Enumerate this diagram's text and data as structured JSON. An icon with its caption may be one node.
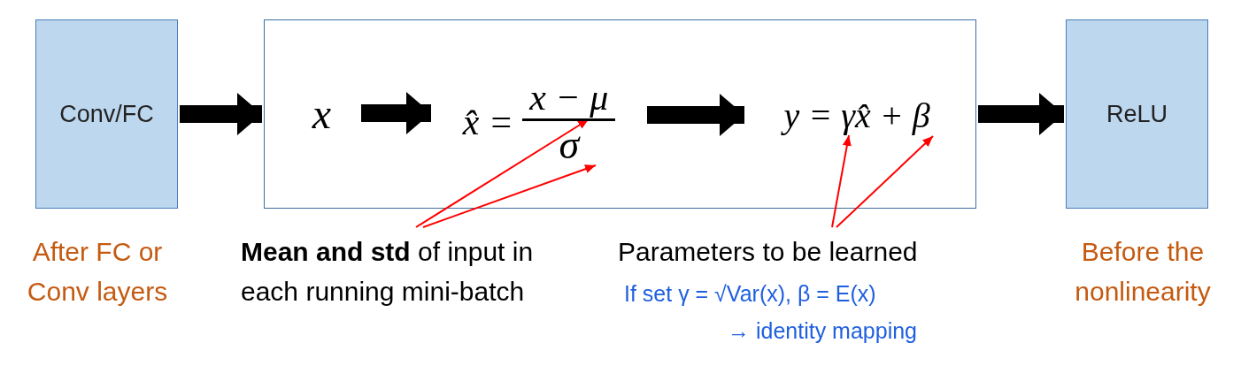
{
  "diagram": {
    "nodes": [
      {
        "text": [
          "Conv/FC"
        ],
        "beside": [
          "After FC or Conv layers"
        ]
      },
      {
        "text": [],
        "shape": "box"
      },
      {
        "text": [
          "x"
        ],
        "in": 1
      },
      {
        "text": [
          "x̂ =",
          "x − μ",
          "σ"
        ],
        "in": 1
      },
      {
        "text": [
          "y = γx̂ + β"
        ],
        "in": 1
      },
      {
        "text": [
          "ReLU"
        ],
        "beside": [
          "Before the nonlinearity"
        ]
      },
      {
        "text": [
          "**Mean and std** of input in each running mini-batch"
        ]
      },
      {
        "text": [
          "Parameters to be learned"
        ]
      }
    ],
    "edges": [
      {
        "from": 0,
        "to": 1,
        "arrow": "to",
        "style": "thick"
      },
      {
        "from": 2,
        "to": 3,
        "arrow": "to",
        "style": "thick"
      },
      {
        "from": 3,
        "to": 4,
        "arrow": "to",
        "style": "thick"
      },
      {
        "from": 1,
        "to": 5,
        "arrow": "to",
        "style": "thick"
      },
      {
        "from": 6,
        "to": 3,
        "arrow": "to",
        "color": "#ff0000"
      },
      {
        "from": 6,
        "to": 3,
        "arrow": "to",
        "color": "#ff0000"
      },
      {
        "from": 7,
        "to": 4,
        "arrow": "to",
        "color": "#ff0000"
      },
      {
        "from": 7,
        "to": 4,
        "arrow": "to",
        "color": "#ff0000"
      }
    ],
    "labels": [
      "If set γ = √Var(x), β = E(x)",
      "→ identity mapping"
    ]
  }
}
